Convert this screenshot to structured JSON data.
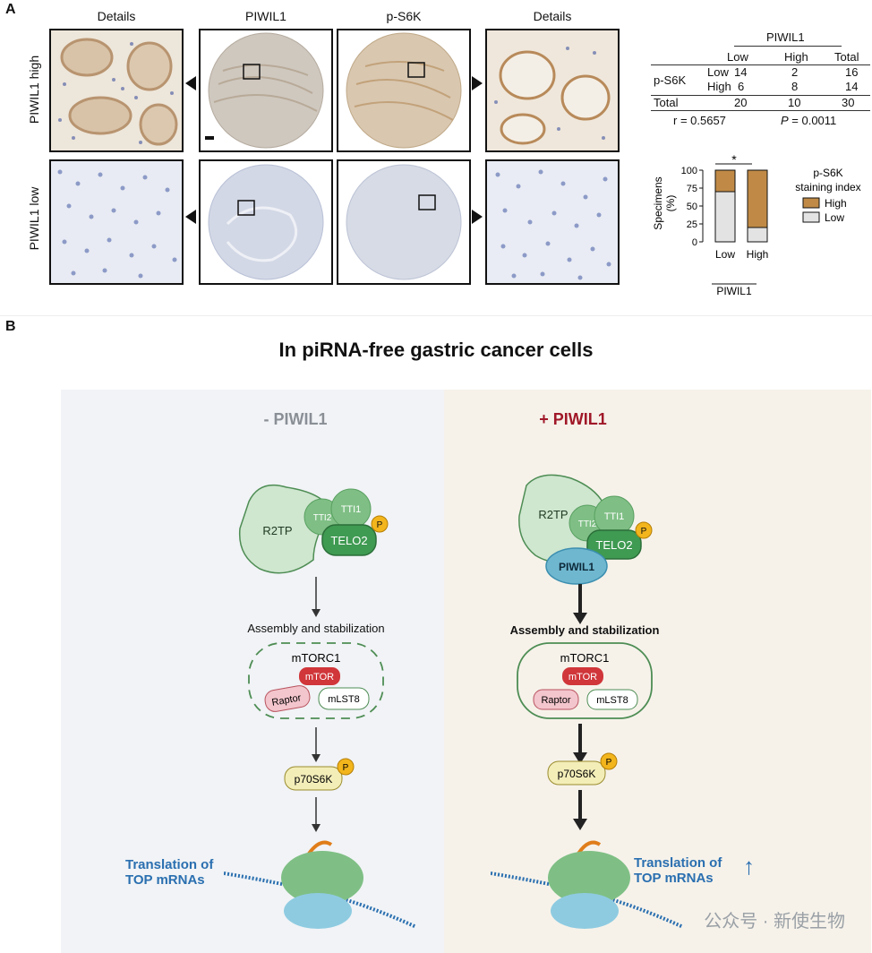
{
  "panel_a": {
    "letter": "A",
    "col_headers": [
      "Details",
      "PIWIL1",
      "p-S6K",
      "Details"
    ],
    "row_headers": [
      "PIWIL1 high",
      "PIWIL1 low"
    ],
    "table": {
      "col_group": "PIWIL1",
      "col_labels": [
        "Low",
        "High",
        "Total"
      ],
      "row_group": "p-S6K",
      "rows": [
        {
          "label": "Low",
          "values": [
            "14",
            "2",
            "16"
          ]
        },
        {
          "label": "High",
          "values": [
            "6",
            "8",
            "14"
          ]
        }
      ],
      "total_row": {
        "label": "Total",
        "values": [
          "20",
          "10",
          "30"
        ]
      },
      "r_text": "r = 0.5657",
      "p_italic": "P",
      "p_rest": " = 0.0011"
    },
    "chart_data": {
      "type": "bar",
      "stacked": true,
      "categories": [
        "Low",
        "High"
      ],
      "series": [
        {
          "name": "Low",
          "color": "#e3e3e3",
          "values": [
            70,
            20
          ]
        },
        {
          "name": "High",
          "color": "#c08a46",
          "values": [
            30,
            80
          ]
        }
      ],
      "ylabel": "Specimens (%)",
      "ylabel_lines": [
        "Specimens",
        "(%)"
      ],
      "xlabel": "PIWIL1",
      "ylim": [
        0,
        100
      ],
      "yticks": [
        "0",
        "25",
        "50",
        "75",
        "100"
      ],
      "significance": "*",
      "legend_title_lines": [
        "p-S6K",
        "staining index"
      ],
      "legend_items": [
        {
          "label": "High",
          "color": "#c08a46"
        },
        {
          "label": "Low",
          "color": "#e3e3e3"
        }
      ]
    }
  },
  "panel_b": {
    "letter": "B",
    "title": "In piRNA-free gastric cancer cells",
    "left_condition": "- PIWIL1",
    "right_condition": "+ PIWIL1",
    "proteins": {
      "r2tp": "R2TP",
      "tti2": "TTI2",
      "tti1": "TTI1",
      "telo2": "TELO2",
      "phospho": "P",
      "piwil1": "PIWIL1",
      "mtorc1": "mTORC1",
      "mtor": "mTOR",
      "raptor": "Raptor",
      "mlst8": "mLST8",
      "p70s6k": "p70S6K"
    },
    "assembly_text": "Assembly and stabilization",
    "translation_line1": "Translation of",
    "translation_line2": "TOP mRNAs",
    "up_arrow": "↑",
    "colors": {
      "accent_red": "#a01828",
      "blue": "#2a6fb0",
      "green_light": "#cfe6cf",
      "green_dark": "#3f9a52",
      "mtor_red": "#d0363a",
      "phospho_yellow": "#f2b51c"
    }
  },
  "watermark": "公众号 · 新使生物"
}
